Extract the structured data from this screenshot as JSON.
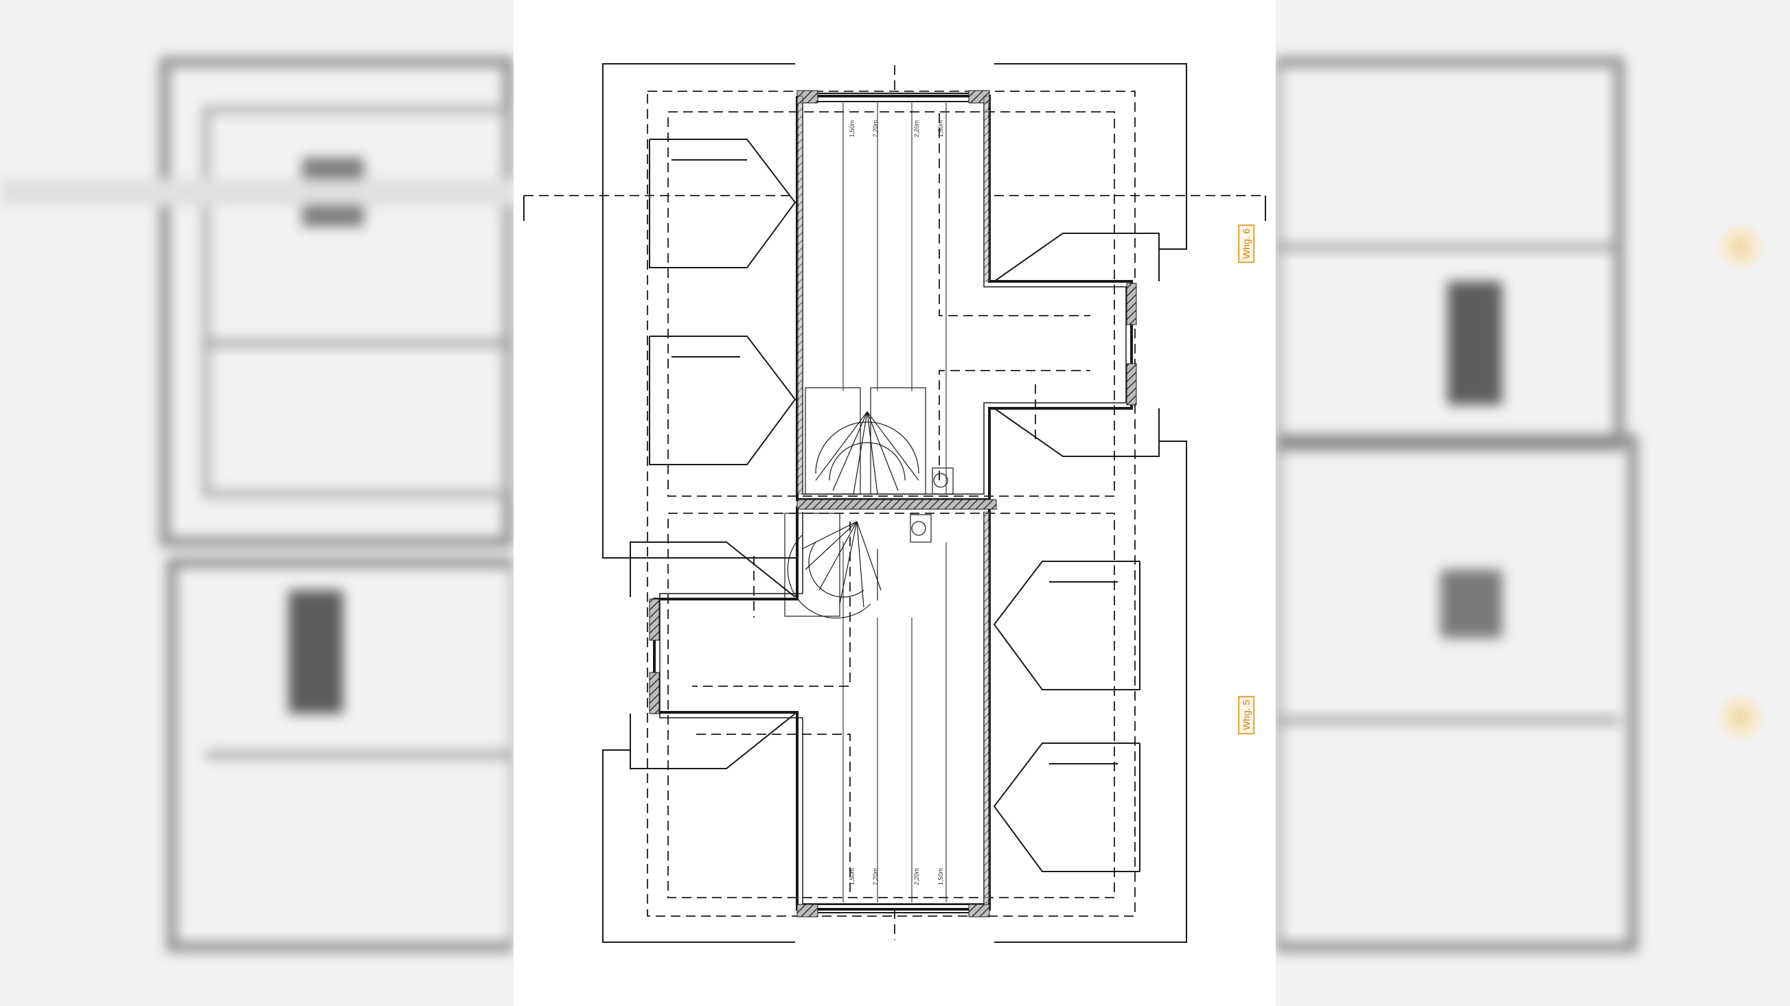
{
  "unit_labels": {
    "upper": "Whg. 6",
    "lower": "Whg. 5"
  },
  "dimension_labels": {
    "upper": [
      "1,50m",
      "2,20m",
      "2,20m",
      "1,50m"
    ],
    "lower": [
      "1,50m",
      "2,20m",
      "2,20m",
      "1,50m"
    ]
  },
  "colors": {
    "line": "#1a1a1a",
    "hatch": "#6a6a6a",
    "tag_border": "#e3a13c",
    "tag_text": "#c9831f",
    "blur_bg": "#f2f2f2"
  }
}
